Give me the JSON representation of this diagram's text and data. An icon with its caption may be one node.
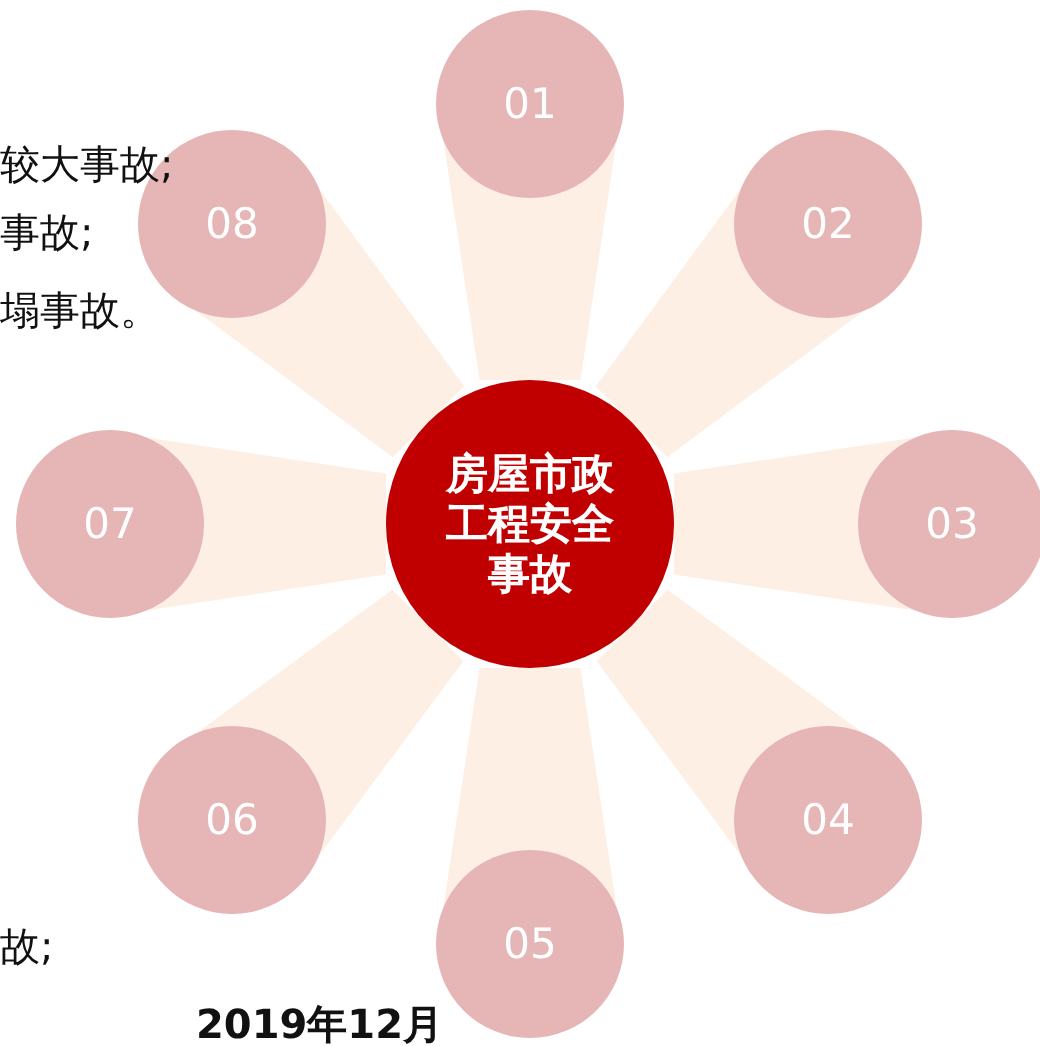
{
  "diagram": {
    "nodes": [
      {
        "text": [
          "房屋市政工程安全事故"
        ]
      },
      {
        "text": [
          "01"
        ]
      },
      {
        "text": [
          "02"
        ]
      },
      {
        "text": [
          "03"
        ]
      },
      {
        "text": [
          "04"
        ]
      },
      {
        "text": [
          "05"
        ]
      },
      {
        "text": [
          "06"
        ]
      },
      {
        "text": [
          "07"
        ]
      },
      {
        "text": [
          "08"
        ]
      }
    ],
    "edges": [
      {
        "from": 0,
        "to": 1,
        "arrow": "none",
        "color": "#fdefe4"
      },
      {
        "from": 0,
        "to": 2,
        "arrow": "none",
        "color": "#fdefe4"
      },
      {
        "from": 0,
        "to": 3,
        "arrow": "none",
        "color": "#fdefe4"
      },
      {
        "from": 0,
        "to": 4,
        "arrow": "none",
        "color": "#fdefe4"
      },
      {
        "from": 0,
        "to": 5,
        "arrow": "none",
        "color": "#fdefe4"
      },
      {
        "from": 0,
        "to": 6,
        "arrow": "none",
        "color": "#fdefe4"
      },
      {
        "from": 0,
        "to": 7,
        "arrow": "none",
        "color": "#fdefe4"
      },
      {
        "from": 0,
        "to": 8,
        "arrow": "none",
        "color": "#fdefe4"
      }
    ],
    "labels": [
      "较大事故;",
      "事故;",
      "塌事故。",
      "故;",
      "2019年12月"
    ]
  }
}
